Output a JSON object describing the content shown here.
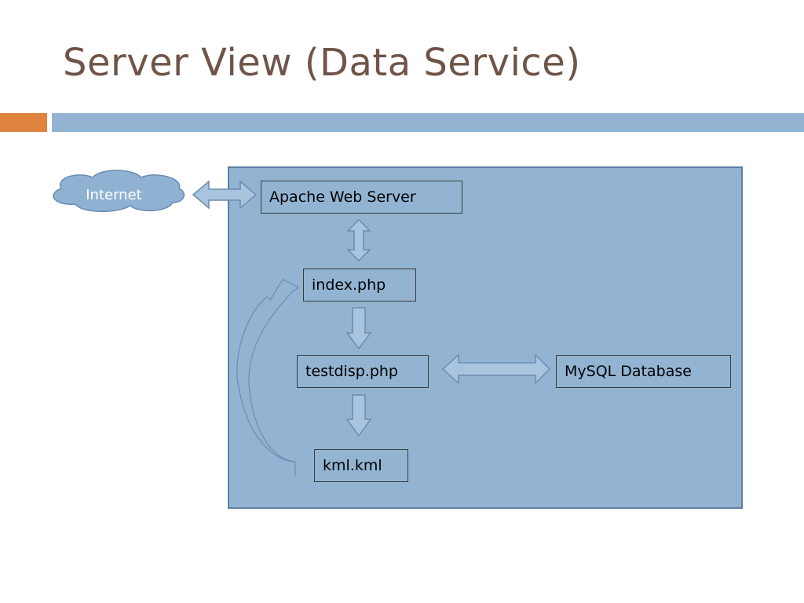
{
  "slide": {
    "title": "Server View (Data Service)"
  },
  "colors": {
    "accent_orange": "#e0833f",
    "accent_blue": "#92b4d2",
    "panel_fill": "#92b4d2",
    "arrow_fill": "#a8c4de",
    "arrow_stroke": "#6a8cb0",
    "cloud_fill": "#8fb2d3",
    "title_color": "#6f5548"
  },
  "diagram": {
    "internet": {
      "label": "Internet",
      "shape": "cloud"
    },
    "nodes": {
      "apache": "Apache Web Server",
      "index": "index.php",
      "testdisp": "testdisp.php",
      "mysql": "MySQL Database",
      "kml": "kml.kml"
    },
    "edges": [
      {
        "from": "internet",
        "to": "apache",
        "kind": "bidirectional"
      },
      {
        "from": "apache",
        "to": "index",
        "kind": "bidirectional"
      },
      {
        "from": "index",
        "to": "testdisp",
        "kind": "directed"
      },
      {
        "from": "testdisp",
        "to": "mysql",
        "kind": "bidirectional"
      },
      {
        "from": "testdisp",
        "to": "kml",
        "kind": "directed"
      },
      {
        "from": "kml",
        "to": "index",
        "kind": "curved"
      }
    ]
  }
}
